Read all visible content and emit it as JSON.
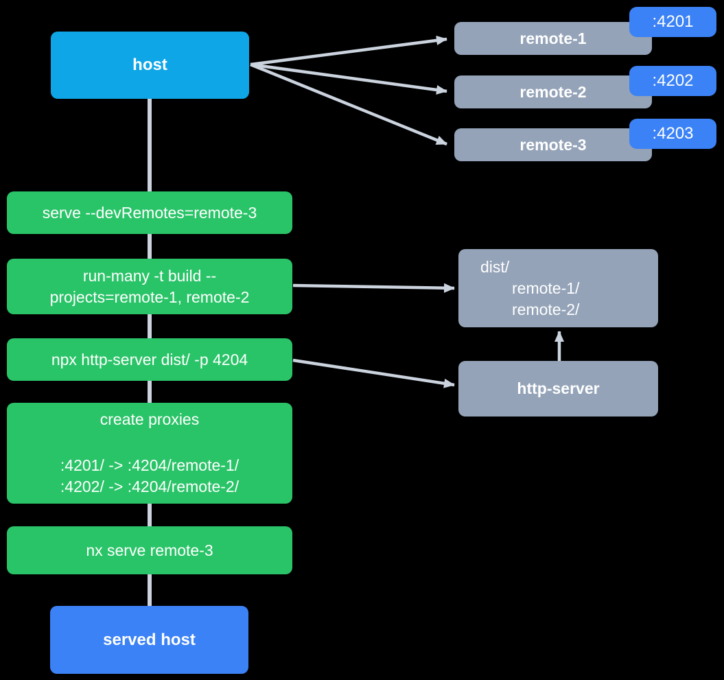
{
  "colors": {
    "bg": "#000000",
    "cyan": "#0fa6e8",
    "blue": "#3b82f6",
    "green": "#2ac468",
    "slate": "#94a3b8",
    "edge": "#cbd3de",
    "text": "#ffffff"
  },
  "host": {
    "label": "host"
  },
  "remotes": [
    {
      "label": "remote-1",
      "port": ":4201"
    },
    {
      "label": "remote-2",
      "port": ":4202"
    },
    {
      "label": "remote-3",
      "port": ":4203"
    }
  ],
  "steps": [
    {
      "lines": [
        "serve --devRemotes=remote-3"
      ]
    },
    {
      "lines": [
        "run-many -t build --",
        "projects=remote-1, remote-2"
      ]
    },
    {
      "lines": [
        "npx http-server dist/ -p 4204"
      ]
    },
    {
      "lines": [
        "create proxies",
        ":4201/ -> :4204/remote-1/",
        ":4202/ -> :4204/remote-2/"
      ]
    },
    {
      "lines": [
        "nx serve remote-3"
      ]
    }
  ],
  "dist": {
    "lines": [
      "dist/",
      "remote-1/",
      "remote-2/"
    ]
  },
  "http_server": {
    "label": "http-server"
  },
  "served_host": {
    "label": "served host"
  }
}
